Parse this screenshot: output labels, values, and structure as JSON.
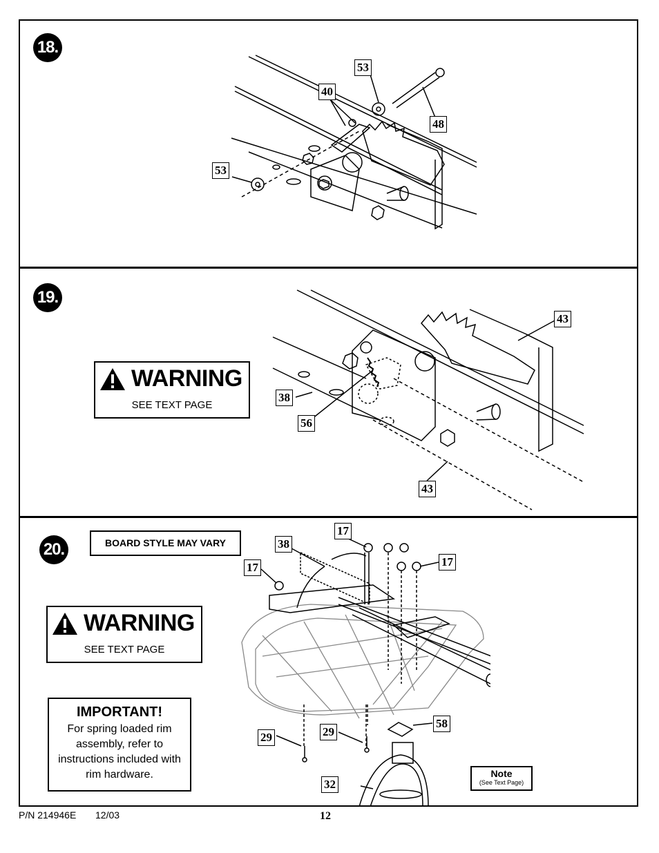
{
  "steps": {
    "s18": {
      "number": "18.",
      "callouts": [
        "53",
        "40",
        "48",
        "53"
      ]
    },
    "s19": {
      "number": "19.",
      "warning": {
        "title": "WARNING",
        "text": "SEE TEXT PAGE"
      },
      "callouts": [
        "43",
        "38",
        "56",
        "43"
      ]
    },
    "s20": {
      "number": "20.",
      "board_note": "BOARD STYLE MAY VARY",
      "warning": {
        "title": "WARNING",
        "text": "SEE TEXT PAGE"
      },
      "important": {
        "title": "IMPORTANT!",
        "text": "For spring loaded rim assembly, refer to instructions included with rim hardware."
      },
      "note": {
        "title": "Note",
        "text": "(See Text Page)"
      },
      "callouts": [
        "17",
        "38",
        "17",
        "17",
        "58",
        "29",
        "29",
        "32"
      ]
    }
  },
  "footer": {
    "part_number": "P/N 214946E",
    "date": "12/03",
    "page": "12"
  }
}
